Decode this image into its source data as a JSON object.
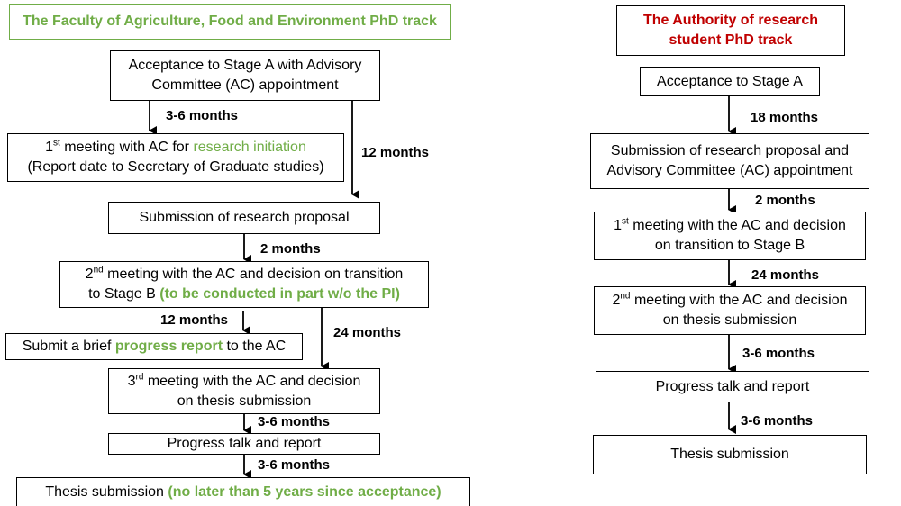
{
  "left": {
    "title": "The Faculty of Agriculture, Food and Environment PhD track",
    "acceptance_line1": "Acceptance to Stage A with Advisory",
    "acceptance_line2": "Committee (AC) appointment",
    "meeting1_num": "1",
    "meeting1_sup": "st",
    "meeting1_text": " meeting with AC for ",
    "meeting1_highlight": "research initiation",
    "meeting1_line2": "(Report date to Secretary of Graduate studies)",
    "proposal": "Submission of research proposal",
    "meeting2_num": "2",
    "meeting2_sup": "nd",
    "meeting2_line1": " meeting with the AC and decision on transition",
    "meeting2_line2_pre": "to Stage B ",
    "meeting2_line2_highlight": "(to be conducted in part w/o the PI)",
    "progress_pre": "Submit a brief ",
    "progress_highlight": "progress report",
    "progress_post": " to the AC",
    "meeting3_num": "3",
    "meeting3_sup": "rd",
    "meeting3_line1": " meeting with the AC and decision",
    "meeting3_line2": "on thesis submission",
    "progress_talk": "Progress talk and report",
    "thesis_pre": "Thesis submission ",
    "thesis_highlight": "(no later than 5 years since acceptance)",
    "durations": {
      "d1": "3-6 months",
      "d2": "12 months",
      "d3": "2 months",
      "d4": "12 months",
      "d5": "24 months",
      "d6": "3-6 months",
      "d7": "3-6 months"
    }
  },
  "right": {
    "title_line1": "The Authority of research",
    "title_line2": "student PhD track",
    "acceptance": "Acceptance to Stage A",
    "proposal_line1": "Submission of research proposal and",
    "proposal_line2": "Advisory Committee (AC) appointment",
    "meeting1_num": "1",
    "meeting1_sup": "st",
    "meeting1_line1": " meeting with the AC and decision",
    "meeting1_line2": "on transition to Stage B",
    "meeting2_num": "2",
    "meeting2_sup": "nd",
    "meeting2_line1": " meeting with the AC and decision",
    "meeting2_line2": "on thesis submission",
    "progress_talk": "Progress talk and report",
    "thesis": "Thesis submission",
    "durations": {
      "d1": "18 months",
      "d2": "2 months",
      "d3": "24 months",
      "d4": "3-6 months",
      "d5": "3-6 months"
    }
  },
  "colors": {
    "highlight_green": "#70ad47",
    "title_red": "#c00000"
  }
}
